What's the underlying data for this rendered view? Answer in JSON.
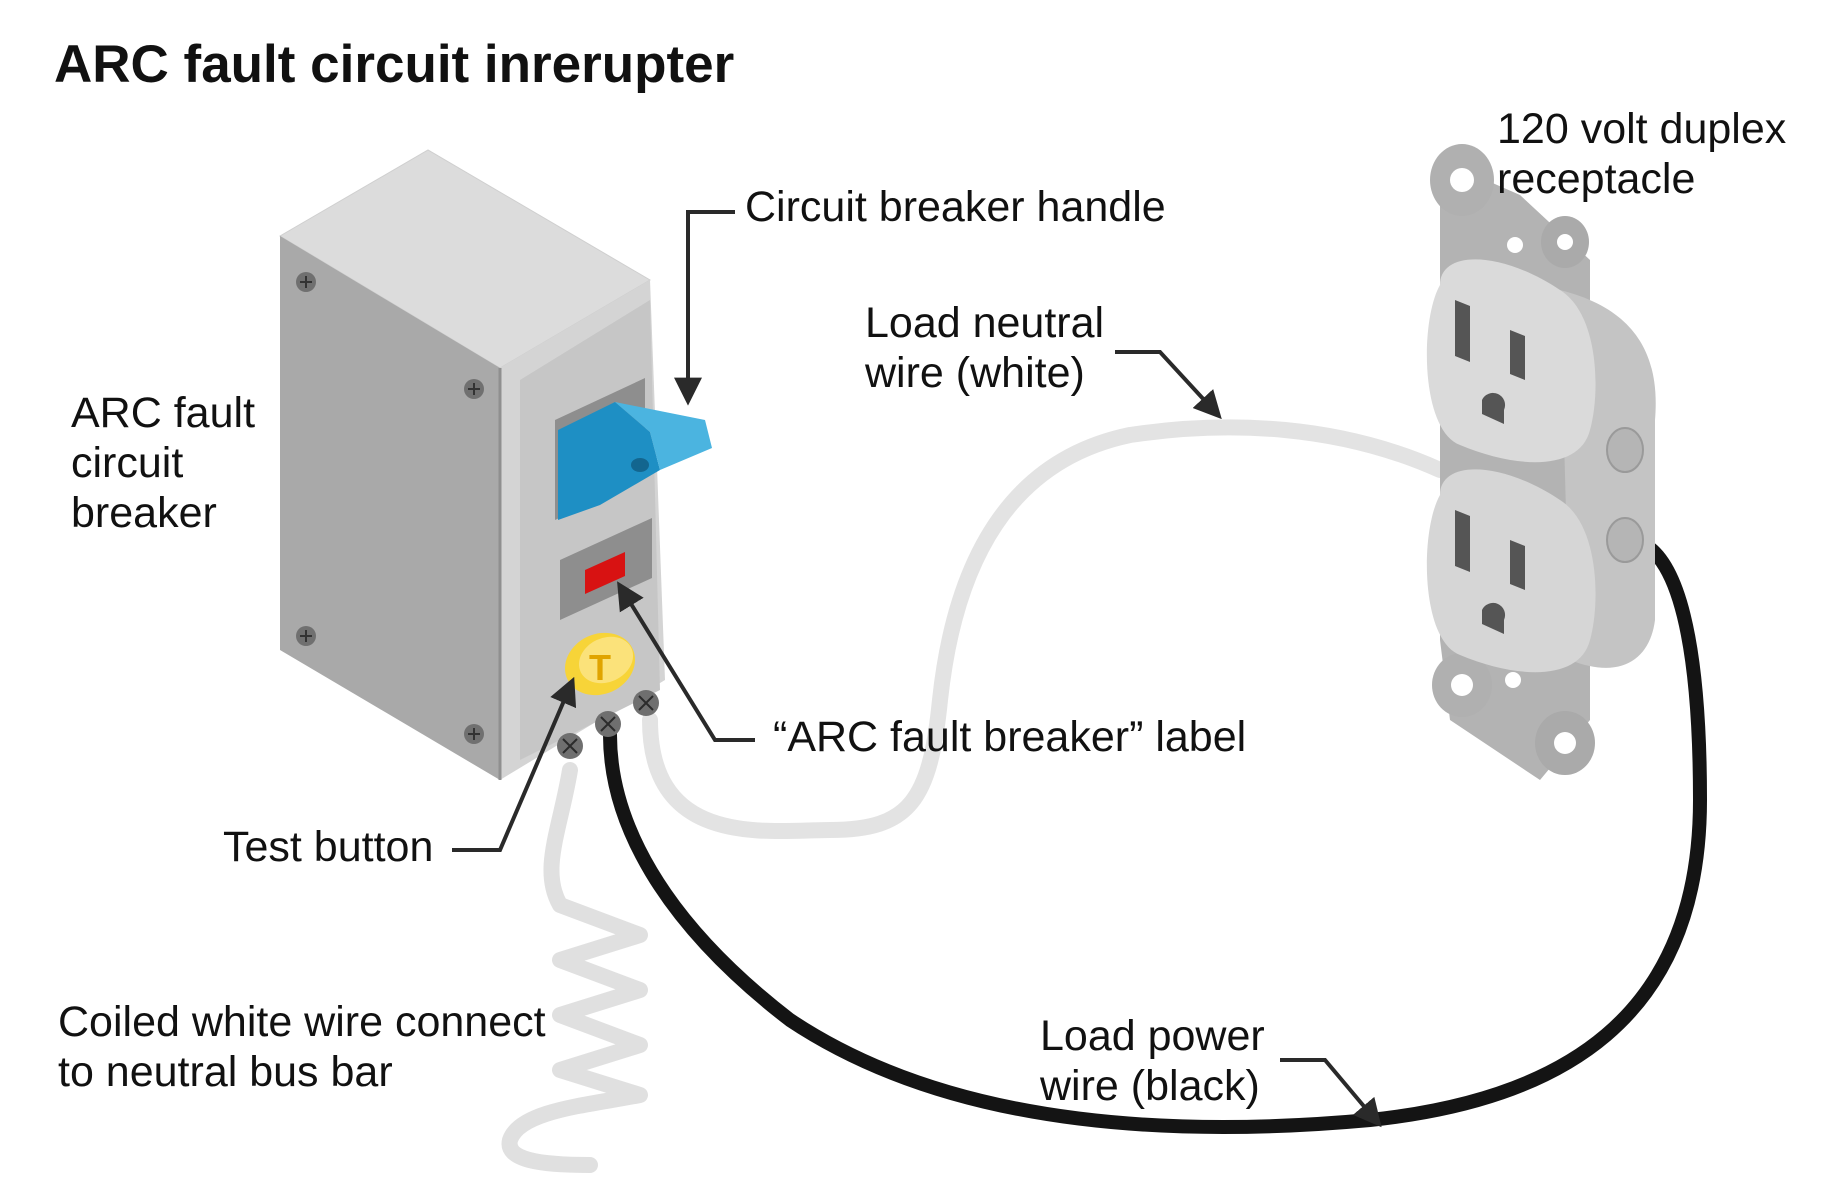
{
  "title": "ARC fault circuit inrerupter",
  "labels": {
    "breaker": "ARC fault\ncircuit\nbreaker",
    "handle": "Circuit breaker handle",
    "neutral_wire": "Load neutral\nwire (white)",
    "receptacle": "120 volt duplex\nreceptacle",
    "fault_label": "“ARC fault breaker” label",
    "test_button": "Test button",
    "coiled_wire": "Coiled white wire connect\nto neutral bus bar",
    "power_wire": "Load power\nwire (black)"
  },
  "test_button_glyph": "T",
  "colors": {
    "handle": "#1e8fc4",
    "fault_label": "#d81212",
    "test_button": "#f7d438",
    "black_wire": "#141414",
    "white_wire": "#e3e3e3",
    "housing": "#bdbdbd"
  }
}
